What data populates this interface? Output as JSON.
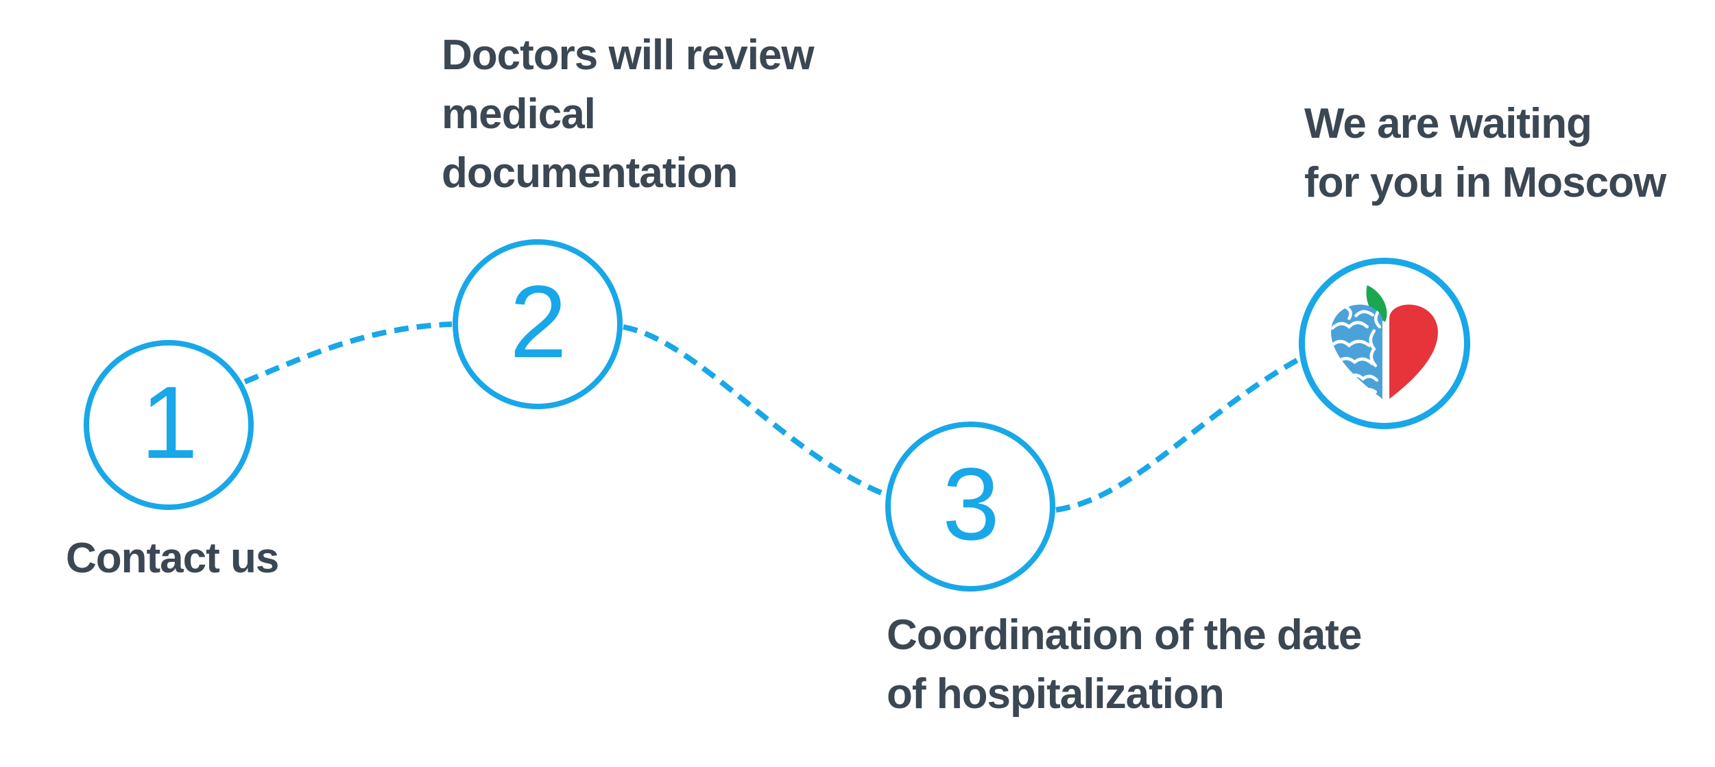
{
  "colors": {
    "accent": "#18a7e8",
    "text": "#3b4753",
    "logo_blue": "#4ba2d9",
    "logo_red": "#e7343a",
    "logo_green": "#1aa750"
  },
  "steps": [
    {
      "number": "1",
      "label": "Contact us"
    },
    {
      "number": "2",
      "label": "Doctors will review\nmedical\ndocumentation"
    },
    {
      "number": "3",
      "label": "Coordination of the date\nof hospitalization"
    },
    {
      "icon": "brain-heart-logo-icon",
      "label": "We are waiting\nfor you in Moscow"
    }
  ]
}
